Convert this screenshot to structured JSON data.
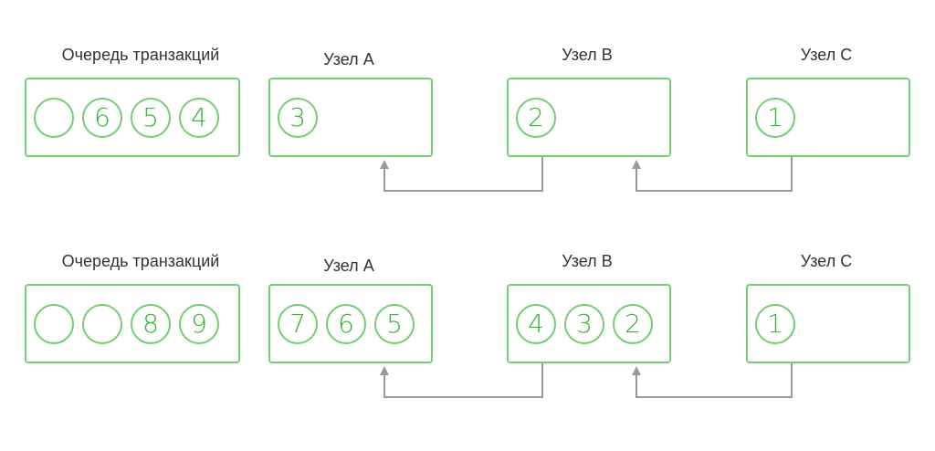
{
  "colors": {
    "accent": "#6fd06f",
    "text": "#33b833",
    "arrow": "#999999",
    "label": "#333333"
  },
  "rows": [
    {
      "queue_label": "Очередь транзакций",
      "queue": [
        "",
        "6",
        "5",
        "4"
      ],
      "node_a_label": "Узел A",
      "node_a": [
        "3"
      ],
      "node_b_label": "Узел B",
      "node_b": [
        "2"
      ],
      "node_c_label": "Узел C",
      "node_c": [
        "1"
      ]
    },
    {
      "queue_label": "Очередь транзакций",
      "queue": [
        "",
        "",
        "8",
        "9"
      ],
      "node_a_label": "Узел A",
      "node_a": [
        "7",
        "6",
        "5"
      ],
      "node_b_label": "Узел B",
      "node_b": [
        "4",
        "3",
        "2"
      ],
      "node_c_label": "Узел C",
      "node_c": [
        "1"
      ]
    }
  ]
}
